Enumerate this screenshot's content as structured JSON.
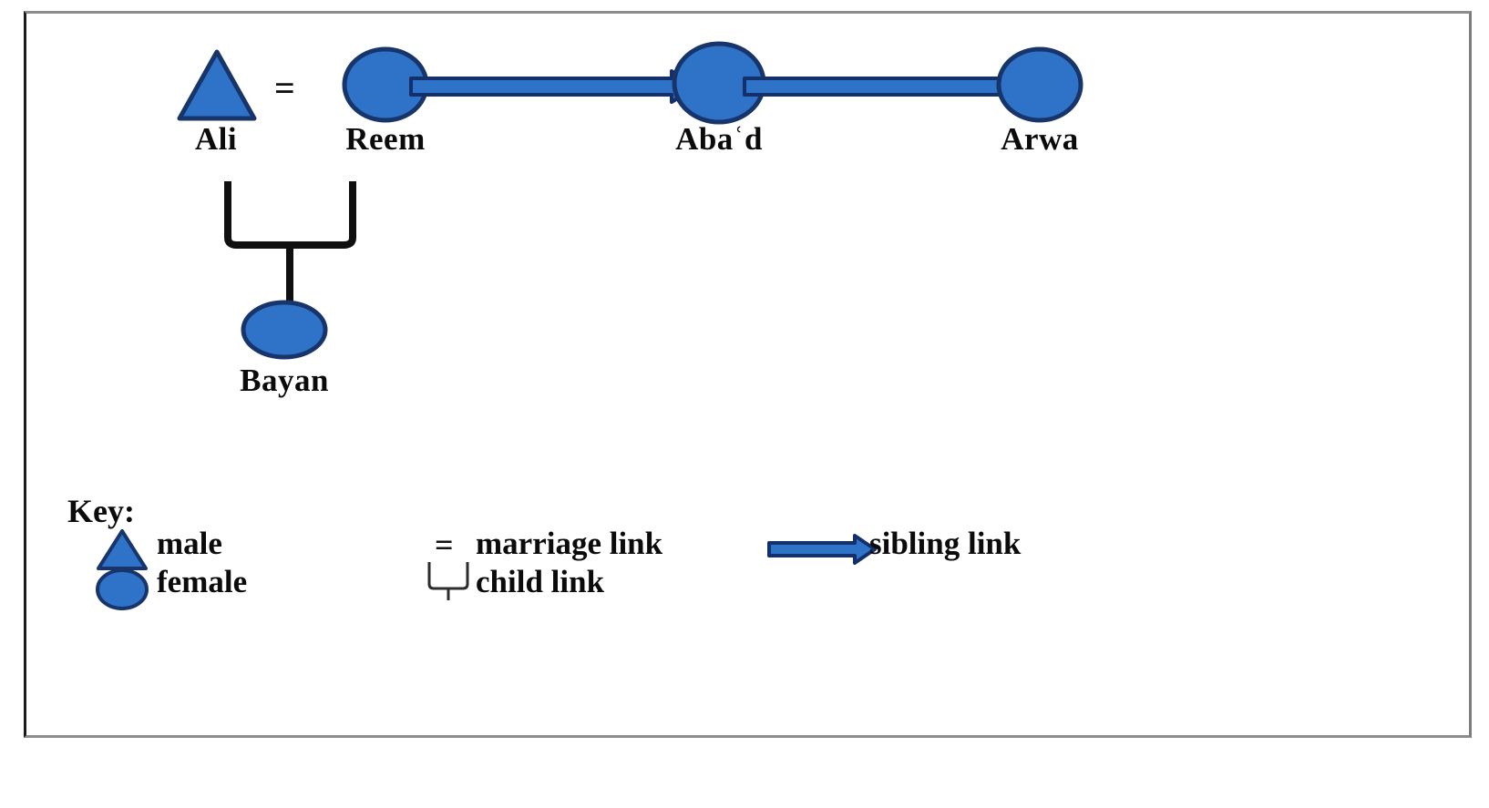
{
  "figure": {
    "type": "kinship-diagram",
    "title": "",
    "background_color": "#ffffff",
    "frame_color": "#8c8c8c"
  },
  "colors": {
    "node_fill": "#2f73c8",
    "node_stroke": "#17356b",
    "link_fill": "#2f73c8",
    "link_stroke": "#14306a",
    "child_link_stroke": "#101010",
    "text": "#0b0b0b"
  },
  "persons": [
    {
      "id": "ali",
      "label": "Ali",
      "sex": "male",
      "shape": "triangle"
    },
    {
      "id": "reem",
      "label": "Reem",
      "sex": "female",
      "shape": "ellipse"
    },
    {
      "id": "abad",
      "label": "Abaʿd",
      "sex": "female",
      "shape": "ellipse"
    },
    {
      "id": "arwa",
      "label": "Arwa",
      "sex": "female",
      "shape": "ellipse"
    },
    {
      "id": "bayan",
      "label": "Bayan",
      "sex": "female",
      "shape": "ellipse"
    }
  ],
  "relations": {
    "marriage": [
      {
        "between": [
          "Ali",
          "Reem"
        ],
        "symbol": "="
      }
    ],
    "sibling_links": [
      {
        "from": "Reem",
        "to": "Abaʿd"
      },
      {
        "from": "Abaʿd",
        "to": "Arwa"
      }
    ],
    "child_links": [
      {
        "parents": [
          "Ali",
          "Reem"
        ],
        "child": "Bayan"
      }
    ]
  },
  "key": {
    "title": "Key:",
    "entries": [
      {
        "icon": "triangle-icon",
        "label": "male"
      },
      {
        "icon": "ellipse-icon",
        "label": "female"
      },
      {
        "icon": "equals-icon",
        "label": "marriage link"
      },
      {
        "icon": "child-bracket-icon",
        "label": "child link"
      },
      {
        "icon": "arrow-icon",
        "label": "sibling link"
      }
    ]
  }
}
